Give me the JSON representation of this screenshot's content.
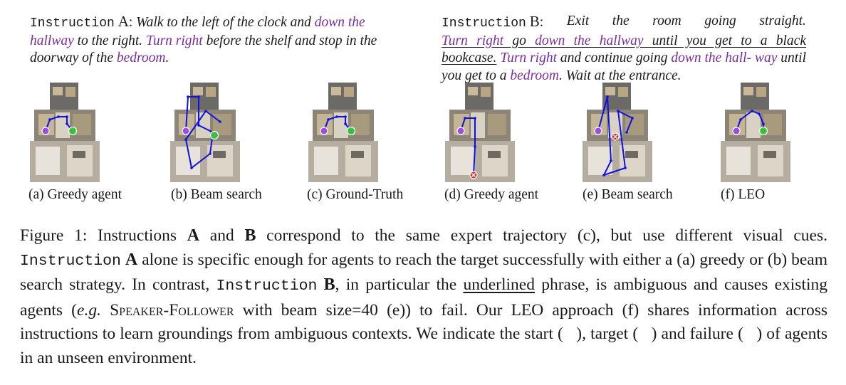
{
  "instruction_a": {
    "label": "Instruction",
    "letter": "A",
    "segments": [
      {
        "text": "Walk to the left of the clock and ",
        "purple": false
      },
      {
        "text": "down the hallway",
        "purple": true
      },
      {
        "text": " to the right. ",
        "purple": false
      },
      {
        "text": "Turn right",
        "purple": true
      },
      {
        "text": " before the shelf and stop in the doorway of the ",
        "purple": false
      },
      {
        "text": "bedroom",
        "purple": true
      },
      {
        "text": ".",
        "purple": false
      }
    ]
  },
  "instruction_b": {
    "label": "Instruction",
    "letter": "B",
    "line1": [
      "Exit",
      "the",
      "room",
      "going",
      "straight."
    ],
    "turn_right_1": "Turn right",
    "go": " go ",
    "down_hallway": "down the hallway",
    "until_black": " until you get to a black",
    "bookcase": "bookcase.",
    "turn_right_2": "Turn right",
    "continue": " and continue going ",
    "down_hallway_2a": "down the hall-",
    "down_hallway_2b": "way",
    "until_bedroom": " until you get to a ",
    "bedroom": "bedroom",
    "wait": ". Wait at the entrance."
  },
  "panels": [
    {
      "caption": "(a) Greedy agent"
    },
    {
      "caption": "(b) Beam search"
    },
    {
      "caption": "(c) Ground-Truth"
    },
    {
      "caption": "(d) Greedy agent"
    },
    {
      "caption": "(e) Beam search"
    },
    {
      "caption": "(f) LEO"
    }
  ],
  "colors": {
    "path": "#1010e0",
    "start": "#9a4de0",
    "target": "#3cbf3c",
    "failure": "#d33030",
    "purple_text": "#7a2d9c"
  },
  "caption": {
    "t1": "Figure 1: Instructions ",
    "A": "A",
    "t2": " and ",
    "B": "B",
    "t3": " correspond to the same expert trajectory (c), but use different visual cues. ",
    "mono1": "Instruction",
    "A2": "A",
    "t4": " alone is specific enough for agents to reach the target successfully with either a (a) greedy or (b) beam search strategy. In contrast, ",
    "mono2": "Instruction",
    "B2": "B",
    "t5": ", in particular the ",
    "underlined": "underlined",
    "t6": " phrase, is ambiguous and causes existing agents (",
    "eg": "e.g.",
    "t7": " ",
    "sf": "Speaker-Follower",
    "t8": " with beam size=40 (e)) to fail. Our LEO approach (f) shares information across instructions to learn groundings from ambiguous contexts. We indicate the start (",
    "t9": "), target (",
    "t10": ") and failure (",
    "t11": ") of agents in an unseen environment."
  }
}
